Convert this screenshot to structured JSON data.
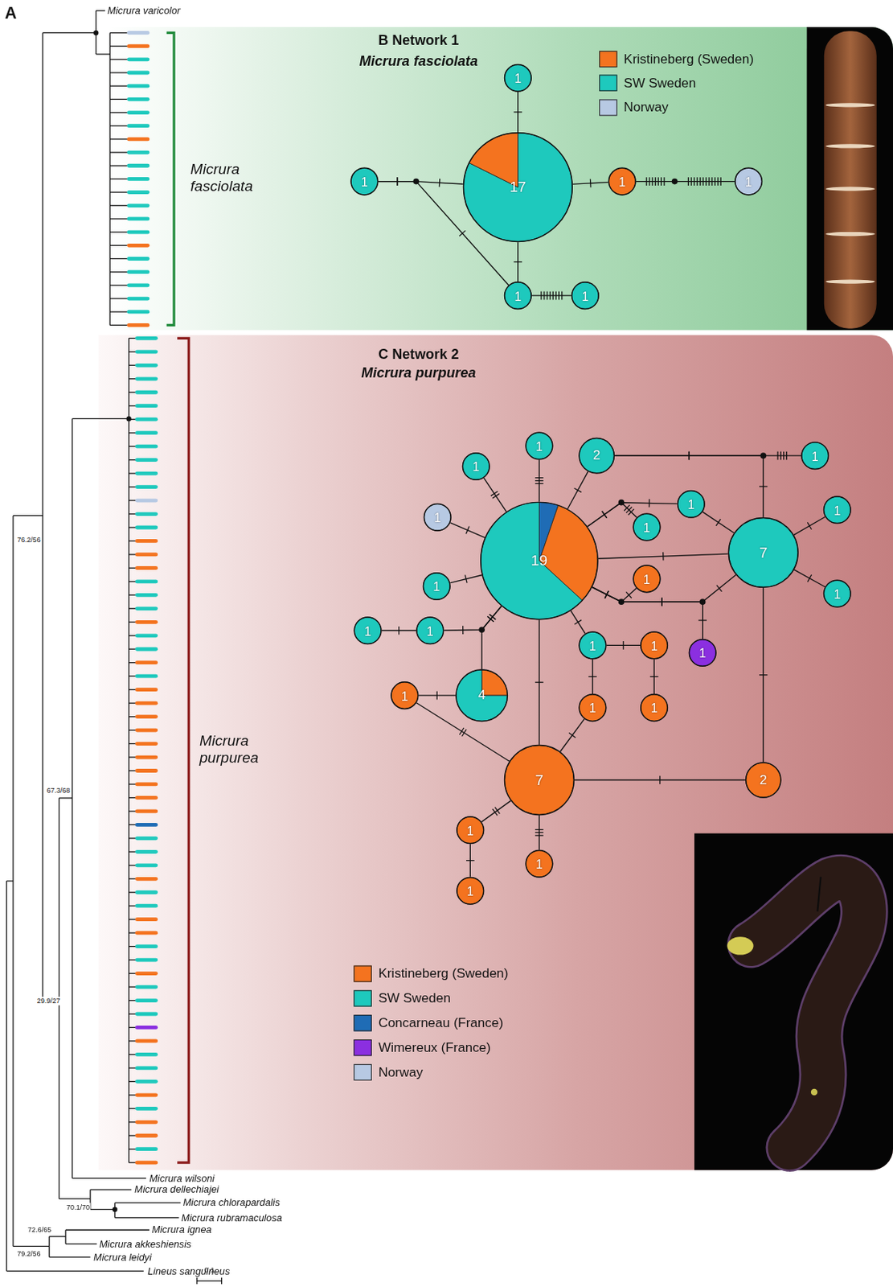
{
  "diagram": {
    "nodes": [
      {
        "text": [
          "B Network 1",
          "Micrura fasciolata"
        ]
      },
      {
        "text": [
          "1"
        ],
        "in": 0
      },
      {
        "text": [
          "1"
        ],
        "in": 0
      },
      {
        "text": [
          "17"
        ],
        "in": 0
      },
      {
        "text": [
          "1"
        ],
        "in": 0
      },
      {
        "text": [
          "1"
        ],
        "in": 0
      },
      {
        "text": [
          "1"
        ],
        "in": 0
      },
      {
        "text": [
          "1"
        ],
        "in": 0
      },
      {
        "text": [
          "C Network 2",
          "Micrura purpurea"
        ]
      },
      {
        "text": [
          "1"
        ],
        "in": 8
      },
      {
        "text": [
          "2"
        ],
        "in": 8
      },
      {
        "text": [
          "1"
        ],
        "in": 8
      },
      {
        "text": [
          "1"
        ],
        "in": 8
      },
      {
        "text": [
          "1"
        ],
        "in": 8
      },
      {
        "text": [
          "1"
        ],
        "in": 8
      },
      {
        "text": [
          "1"
        ],
        "in": 8
      },
      {
        "text": [
          "1"
        ],
        "in": 8
      },
      {
        "text": [
          "7"
        ],
        "in": 8
      },
      {
        "text": [
          "19"
        ],
        "in": 8
      },
      {
        "text": [
          "1"
        ],
        "in": 8
      },
      {
        "text": [
          "1"
        ],
        "in": 8
      },
      {
        "text": [
          "1"
        ],
        "in": 8
      },
      {
        "text": [
          "1"
        ],
        "in": 8
      },
      {
        "text": [
          "1"
        ],
        "in": 8
      },
      {
        "text": [
          "1"
        ],
        "in": 8
      },
      {
        "text": [
          "1"
        ],
        "in": 8
      },
      {
        "text": [
          "1"
        ],
        "in": 8
      },
      {
        "text": [
          "1"
        ],
        "in": 8
      },
      {
        "text": [
          "4"
        ],
        "in": 8
      },
      {
        "text": [
          "1"
        ],
        "in": 8
      },
      {
        "text": [
          "1"
        ],
        "in": 8
      },
      {
        "text": [
          "7"
        ],
        "in": 8
      },
      {
        "text": [
          "2"
        ],
        "in": 8
      },
      {
        "text": [
          "1"
        ],
        "in": 8
      },
      {
        "text": [
          "1"
        ],
        "in": 8
      },
      {
        "text": [
          "1"
        ],
        "in": 8
      }
    ],
    "edges": [
      {
        "from": 3,
        "to": 1,
        "arrow": "none"
      },
      {
        "from": 2,
        "to": 3,
        "arrow": "none"
      },
      {
        "from": 2,
        "to": 6,
        "arrow": "none"
      },
      {
        "from": 3,
        "to": 4,
        "arrow": "none"
      },
      {
        "from": 4,
        "to": 5,
        "arrow": "none"
      },
      {
        "from": 3,
        "to": 6,
        "arrow": "none"
      },
      {
        "from": 6,
        "to": 7,
        "arrow": "none"
      },
      {
        "from": 18,
        "to": 12,
        "arrow": "none"
      },
      {
        "from": 18,
        "to": 9,
        "arrow": "none"
      },
      {
        "from": 18,
        "to": 10,
        "arrow": "none"
      },
      {
        "from": 10,
        "to": 11,
        "arrow": "none"
      },
      {
        "from": 10,
        "to": 17,
        "arrow": "none"
      },
      {
        "from": 18,
        "to": 15,
        "arrow": "none"
      },
      {
        "from": 18,
        "to": 20,
        "arrow": "none"
      },
      {
        "from": 18,
        "to": 23,
        "arrow": "none"
      },
      {
        "from": 23,
        "to": 22,
        "arrow": "none"
      },
      {
        "from": 18,
        "to": 28,
        "arrow": "none"
      },
      {
        "from": 28,
        "to": 27,
        "arrow": "none"
      },
      {
        "from": 27,
        "to": 31,
        "arrow": "none"
      },
      {
        "from": 18,
        "to": 31,
        "arrow": "none"
      },
      {
        "from": 18,
        "to": 24,
        "arrow": "none"
      },
      {
        "from": 24,
        "to": 25,
        "arrow": "none"
      },
      {
        "from": 25,
        "to": 30,
        "arrow": "none"
      },
      {
        "from": 24,
        "to": 29,
        "arrow": "none"
      },
      {
        "from": 29,
        "to": 31,
        "arrow": "none"
      },
      {
        "from": 18,
        "to": 16,
        "arrow": "none"
      },
      {
        "from": 18,
        "to": 13,
        "arrow": "none"
      },
      {
        "from": 13,
        "to": 17,
        "arrow": "none"
      },
      {
        "from": 18,
        "to": 17,
        "arrow": "none"
      },
      {
        "from": 18,
        "to": 19,
        "arrow": "none"
      },
      {
        "from": 18,
        "to": 17,
        "arrow": "none"
      },
      {
        "from": 18,
        "to": 26,
        "arrow": "none"
      },
      {
        "from": 17,
        "to": 14,
        "arrow": "none"
      },
      {
        "from": 17,
        "to": 21,
        "arrow": "none"
      },
      {
        "from": 17,
        "to": 32,
        "arrow": "none"
      },
      {
        "from": 31,
        "to": 32,
        "arrow": "none"
      },
      {
        "from": 31,
        "to": 33,
        "arrow": "none"
      },
      {
        "from": 33,
        "to": 35,
        "arrow": "none"
      },
      {
        "from": 31,
        "to": 34,
        "arrow": "none"
      }
    ],
    "labels": [
      "A",
      "Micrura varicolor",
      "Micrura fasciolata",
      "76.2/56",
      "Micrura purpurea",
      "67.3/68",
      "29.9/27",
      "Micrura wilsoni",
      "Micrura dellechiajei",
      "70.1/70",
      "Micrura chlorapardalis",
      "Micrura rubramaculosa",
      "72.6/65",
      "Micrura ignea",
      "Micrura akkeshiensis",
      "79.2/56",
      "Micrura leidyi",
      "Lineus sanguineus",
      "0.1"
    ],
    "legend": [
      {
        "text": "Kristineberg (Sweden)",
        "color": "#f4731f"
      },
      {
        "text": "SW Sweden",
        "color": "#1ec9bd"
      },
      {
        "text": "Norway",
        "color": "#b7c9e3"
      },
      {
        "text": "Kristineberg (Sweden)",
        "color": "#f4731f"
      },
      {
        "text": "SW Sweden",
        "color": "#1ec9bd"
      },
      {
        "text": "Concarneau (France)",
        "color": "#1f6cb5"
      },
      {
        "text": "Wimereux (France)",
        "color": "#8b2fe0"
      },
      {
        "text": "Norway",
        "color": "#b7c9e3"
      }
    ]
  }
}
